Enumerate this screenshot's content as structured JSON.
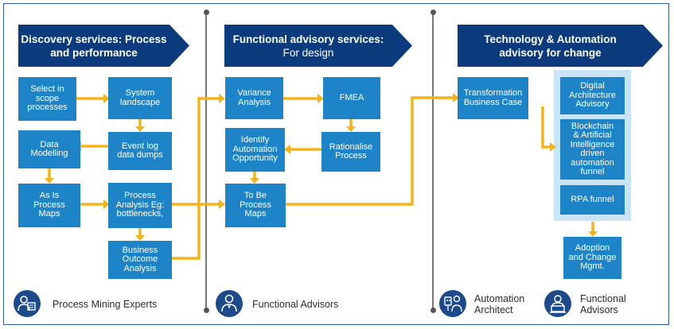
{
  "banners": {
    "discovery": [
      "Discovery services: Process",
      "and performance"
    ],
    "functional": [
      "Functional advisory services:",
      "For design"
    ],
    "technology": [
      "Technology & Automation",
      "advisory for change"
    ]
  },
  "boxes": {
    "select_scope": [
      "Select in",
      "scope",
      "processes"
    ],
    "system_landscape": [
      "System",
      "landscape"
    ],
    "data_modelling": [
      "Data",
      "Modelling"
    ],
    "event_log": [
      "Event log",
      "data dumps"
    ],
    "as_is": [
      "As Is",
      "Process",
      "Maps"
    ],
    "process_analysis": [
      "Process",
      "Analysis Eg:",
      "bottlenecks,"
    ],
    "business_outcome": [
      "Business",
      "Outcome",
      "Analysis"
    ],
    "variance": [
      "Variance",
      "Analysis"
    ],
    "fmea": [
      "FMEA"
    ],
    "identify_automation": [
      "Identify",
      "Automation",
      "Opportunity"
    ],
    "rationalise": [
      "Rationalise",
      "Process"
    ],
    "to_be": [
      "To Be",
      "Process",
      "Maps"
    ],
    "transformation": [
      "Transformation",
      "Business Case"
    ],
    "digital_architecture": [
      "Digital",
      "Architecture",
      "Advisory"
    ],
    "blockchain_ai": [
      "Blockchain",
      "& Artificial",
      "Intelligence",
      "driven",
      "automation",
      "funnel"
    ],
    "rpa": [
      "RPA funnel"
    ],
    "adoption": [
      "Adoption",
      "and Change",
      "Mgmt."
    ]
  },
  "roles": {
    "process_mining": "Process Mining Experts",
    "functional_advisors_1": "Functional Advisors",
    "automation_architect": [
      "Automation",
      "Architect"
    ],
    "functional_advisors_2": [
      "Functional",
      "Advisors"
    ]
  },
  "colors": {
    "banner": "#0b3b7c",
    "box": "#1e84c8",
    "connector": "#f2b418",
    "highlight_bg": "#c9e5f5",
    "icon": "#1d4a8a",
    "divider": "#777777"
  }
}
